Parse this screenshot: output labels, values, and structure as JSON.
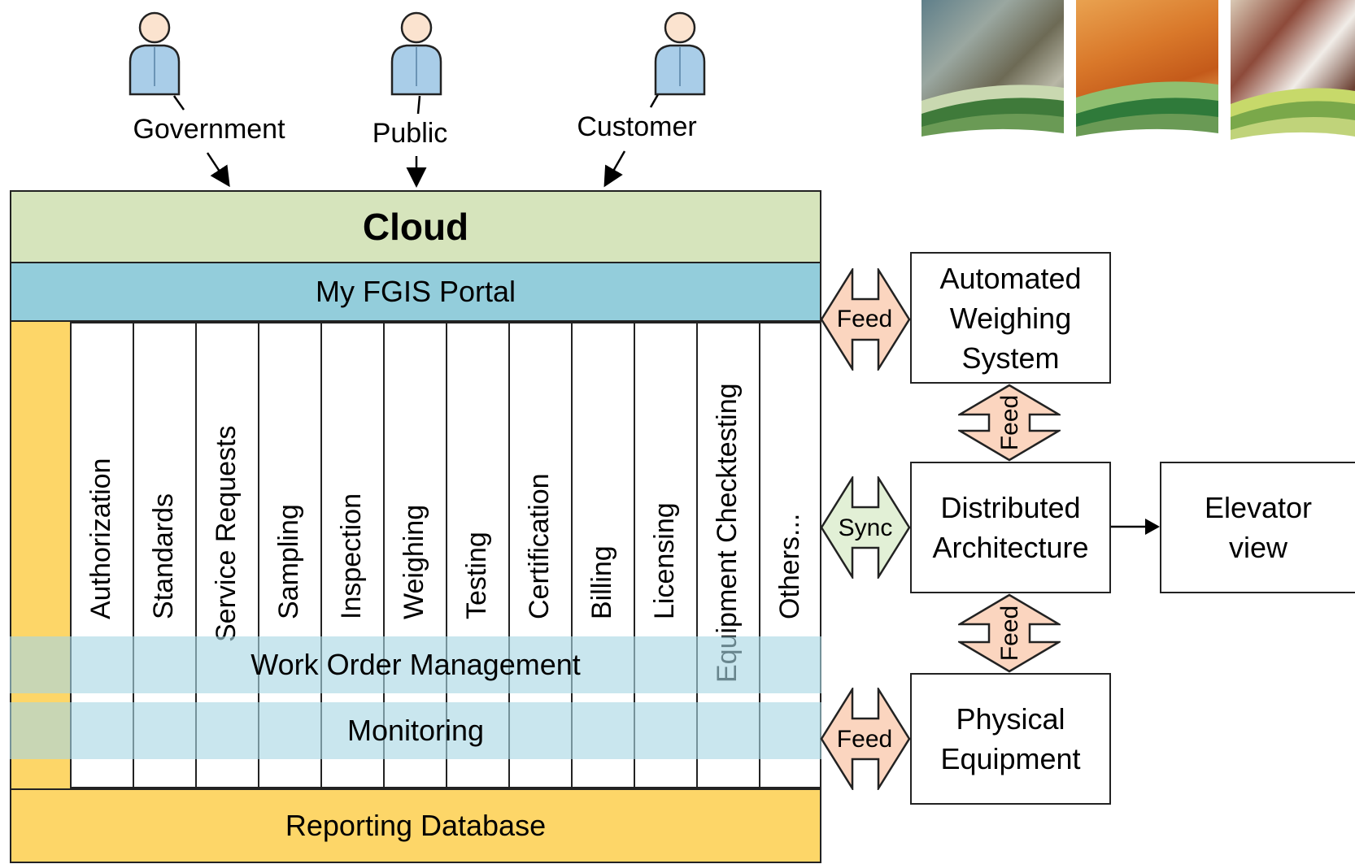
{
  "actors": [
    {
      "id": "government",
      "label": "Government"
    },
    {
      "id": "public",
      "label": "Public"
    },
    {
      "id": "customer",
      "label": "Customer"
    }
  ],
  "cloud": {
    "title": "Cloud"
  },
  "portal": {
    "label": "My FGIS Portal"
  },
  "modules": [
    "Authorization",
    "Standards",
    "Service Requests",
    "Sampling",
    "Inspection",
    "Weighing",
    "Testing",
    "Certification",
    "Billing",
    "Licensing",
    "Equipment Checktesting",
    "Others..."
  ],
  "bands": {
    "work_order": "Work Order Management",
    "monitoring": "Monitoring"
  },
  "reporting": {
    "label": "Reporting Database"
  },
  "systems": {
    "automated_weighing": [
      "Automated",
      "Weighing",
      "System"
    ],
    "distributed": [
      "Distributed",
      "Architecture"
    ],
    "physical": [
      "Physical",
      "Equipment"
    ],
    "elevator": [
      "Elevator",
      "view"
    ]
  },
  "connectors": {
    "feed_top": "Feed",
    "sync": "Sync",
    "feed_bottom": "Feed",
    "feed_v1": "Feed",
    "feed_v2": "Feed"
  },
  "colors": {
    "cloud": "#d6e4bc",
    "portal": "#93cddb",
    "reporting": "#fdd668",
    "band": "#a8d6e4",
    "feed": "#fbd5bf",
    "sync": "#e2f0d6",
    "actor": "#a9cde8"
  }
}
